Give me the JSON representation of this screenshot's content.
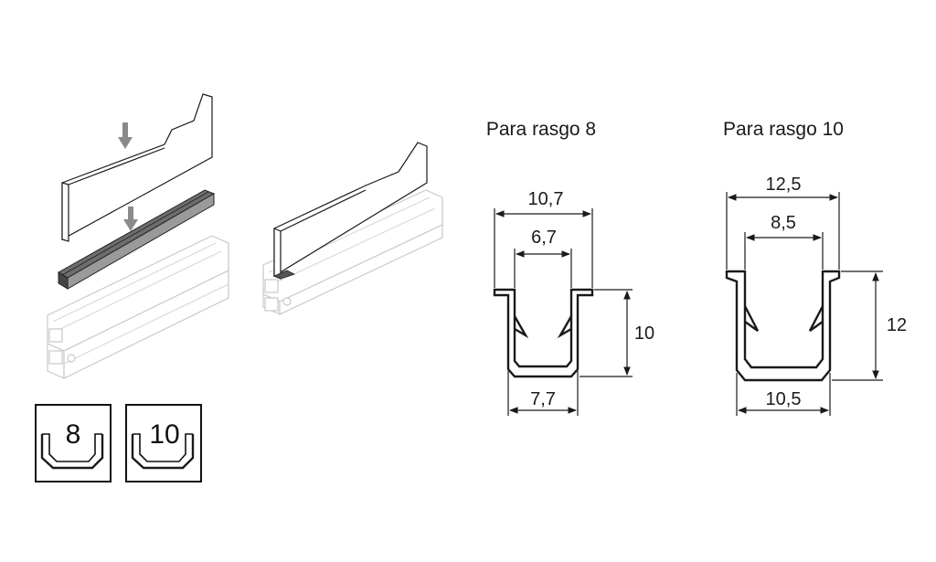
{
  "colors": {
    "ink": "#1a1a1a",
    "ghost": "#c9c9c9",
    "arrow": "#8a8a8a"
  },
  "icons": [
    "down-arrow-icon",
    "slot-8-icon",
    "slot-10-icon"
  ],
  "profile_8": {
    "title": "Para rasgo 8",
    "width_outer": "10,7",
    "width_inner": "6,7",
    "height": "10",
    "width_bottom": "7,7"
  },
  "profile_10": {
    "title": "Para rasgo 10",
    "width_outer": "12,5",
    "width_inner": "8,5",
    "height": "12",
    "width_bottom": "10,5"
  },
  "badges": {
    "slot_8": "8",
    "slot_10": "10"
  }
}
